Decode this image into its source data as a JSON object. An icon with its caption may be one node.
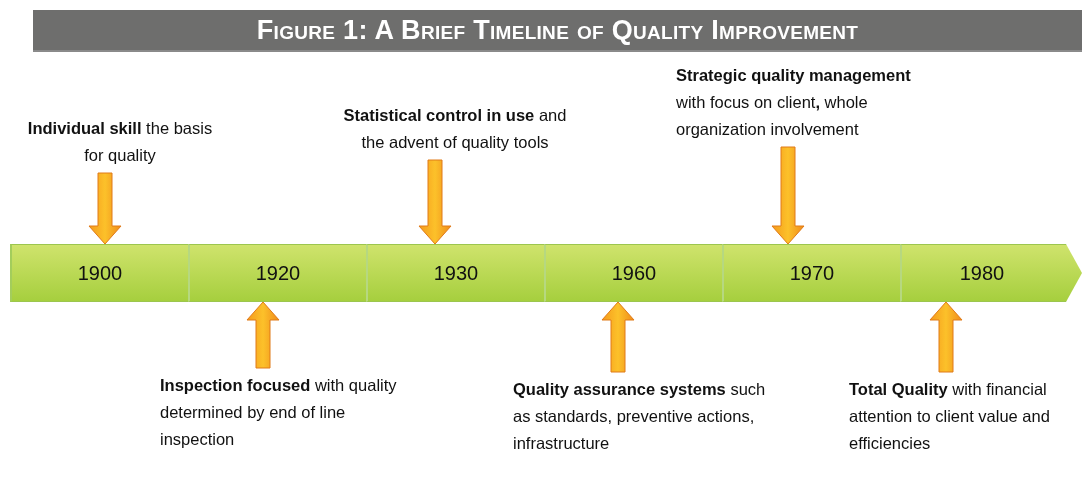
{
  "diagram": {
    "title": "Figure 1: A Brief Timeline of Quality Improvement",
    "nodes": [
      {
        "text": [
          "1900"
        ]
      },
      {
        "text": [
          "1920"
        ]
      },
      {
        "text": [
          "1930"
        ]
      },
      {
        "text": [
          "1960"
        ]
      },
      {
        "text": [
          "1970"
        ]
      },
      {
        "text": [
          "1980"
        ]
      },
      {
        "text": [
          "**Individual skill** the basis for quality"
        ]
      },
      {
        "text": [
          "**Inspection focused** with quality determined by end of line inspection"
        ]
      },
      {
        "text": [
          "**Statistical control in use** and the advent of quality tools"
        ]
      },
      {
        "text": [
          "**Quality assurance systems** such as standards, preventive actions, infrastructure"
        ]
      },
      {
        "text": [
          "**Strategic quality management** with focus on client**,** whole organization involvement"
        ]
      },
      {
        "text": [
          "**Total Quality** with financial attention to client value and efficiencies"
        ]
      }
    ],
    "edges": [
      {
        "from": 6,
        "to": 0,
        "arrow": "to"
      },
      {
        "from": 7,
        "to": 1,
        "arrow": "to"
      },
      {
        "from": 8,
        "to": 2,
        "arrow": "to"
      },
      {
        "from": 9,
        "to": 3,
        "arrow": "to"
      },
      {
        "from": 10,
        "to": 4,
        "arrow": "to"
      },
      {
        "from": 11,
        "to": 5,
        "arrow": "to"
      }
    ]
  }
}
